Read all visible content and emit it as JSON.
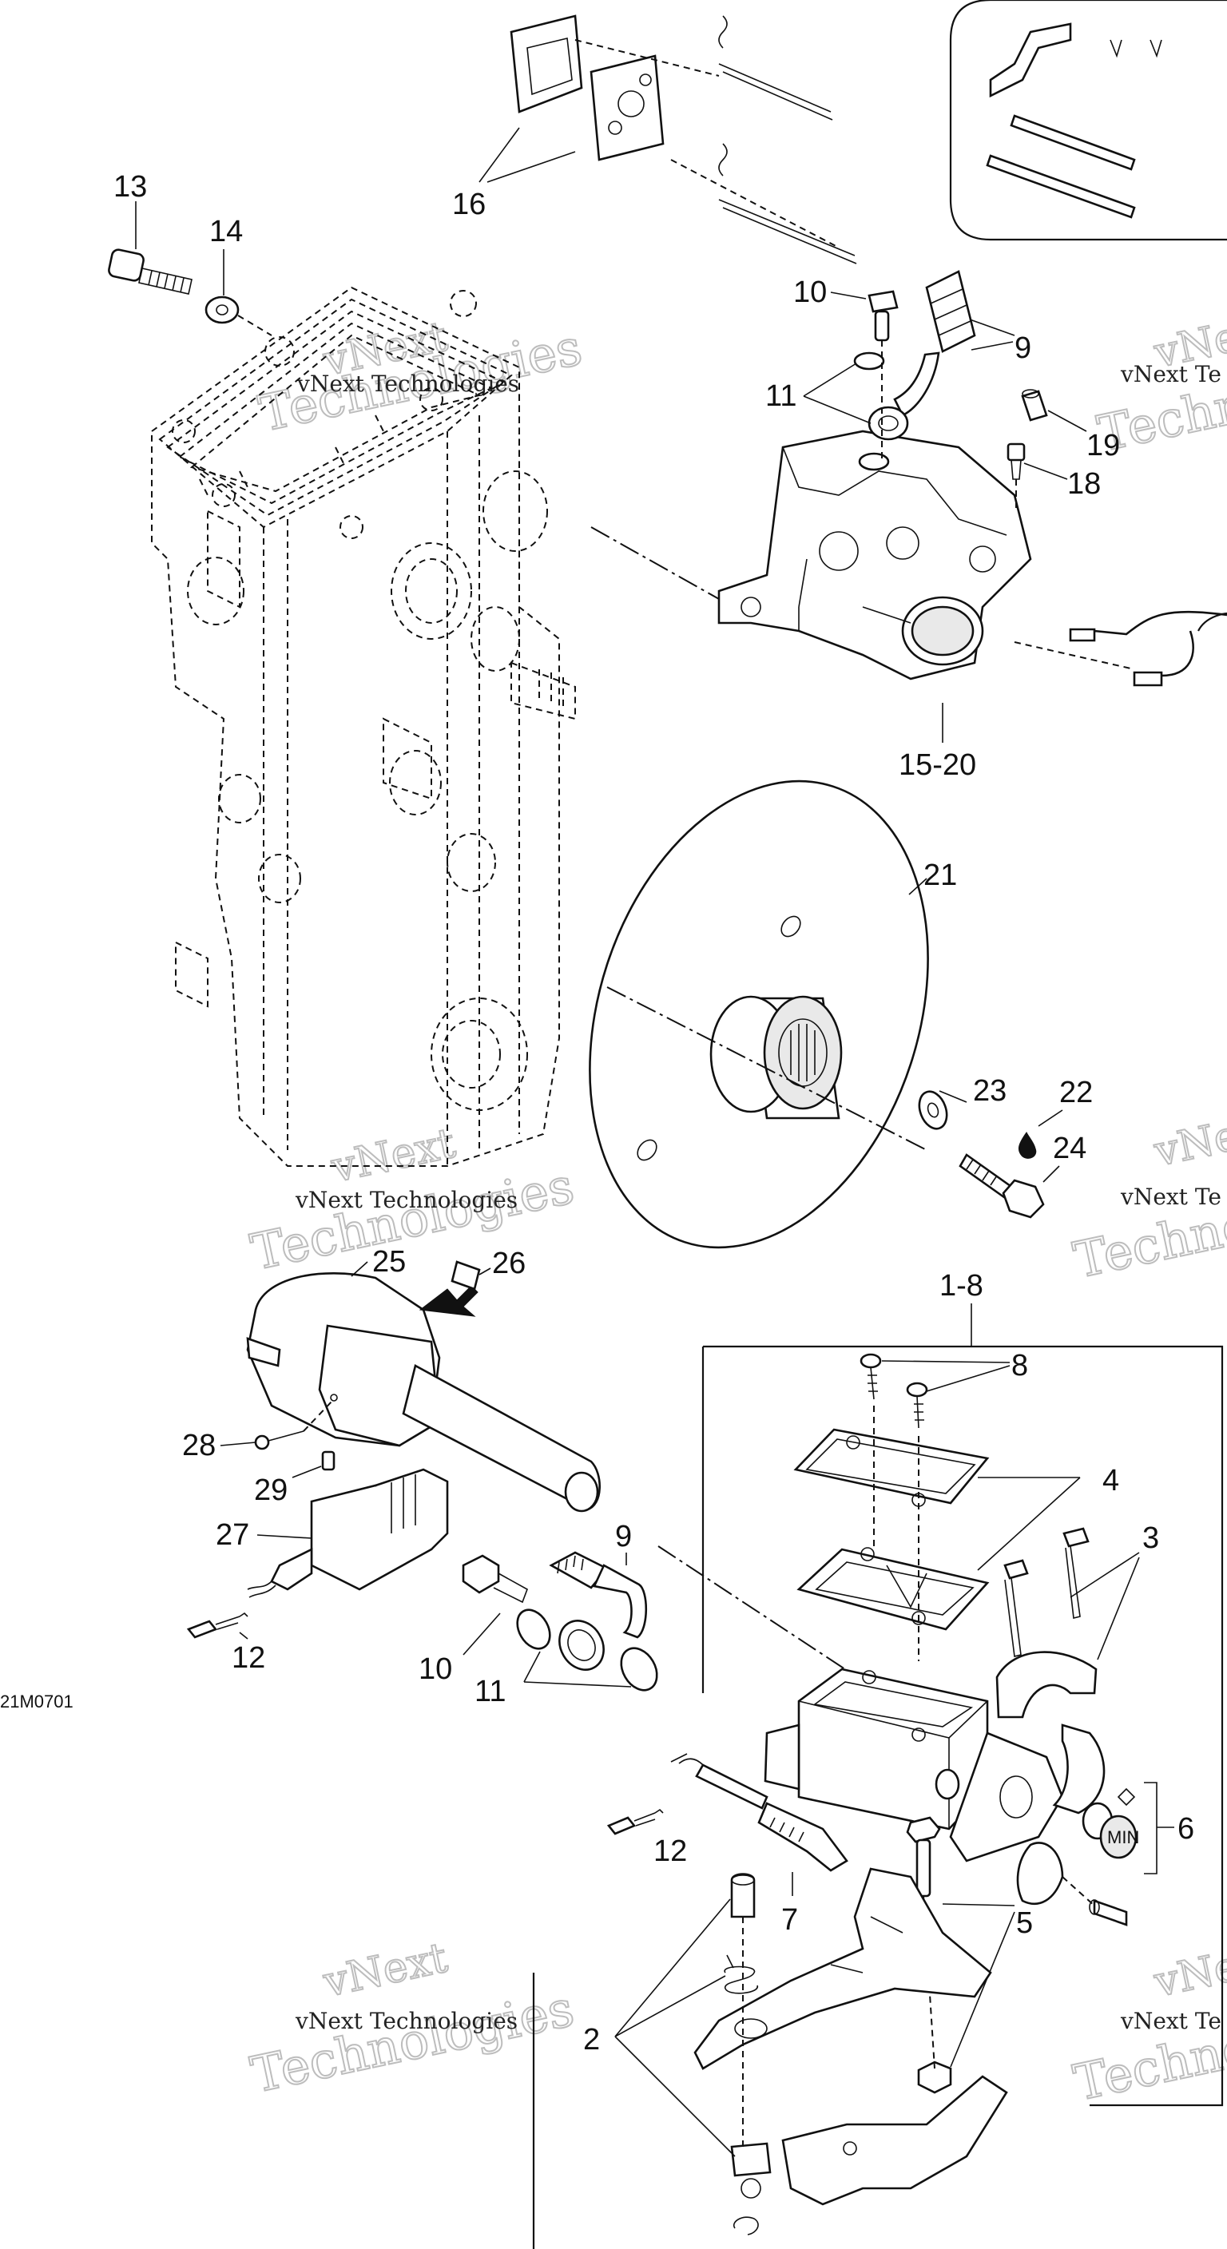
{
  "callouts": {
    "c13": "13",
    "c14": "14",
    "c16": "16",
    "c10a": "10",
    "c9a": "9",
    "c11a": "11",
    "c19": "19",
    "c18": "18",
    "c15_20": "15-20",
    "c21": "21",
    "c23": "23",
    "c22": "22",
    "c24": "24",
    "c25": "25",
    "c26": "26",
    "c1_8": "1-8",
    "c8": "8",
    "c4": "4",
    "c3": "3",
    "c28": "28",
    "c29": "29",
    "c27": "27",
    "c9b": "9",
    "c10b": "10",
    "c11b": "11",
    "c12a": "12",
    "c12b": "12",
    "c6": "6",
    "c7": "7",
    "c5": "5",
    "c2": "2"
  },
  "figure_code": "21M0701",
  "watermark": {
    "name": "vNext Technologies",
    "line1": "vNext",
    "line2": "Technologies",
    "partial_name": "vNext Te",
    "partial_v": "vNe",
    "partial_tech": "Techno"
  },
  "level_plug_text": "MIN"
}
